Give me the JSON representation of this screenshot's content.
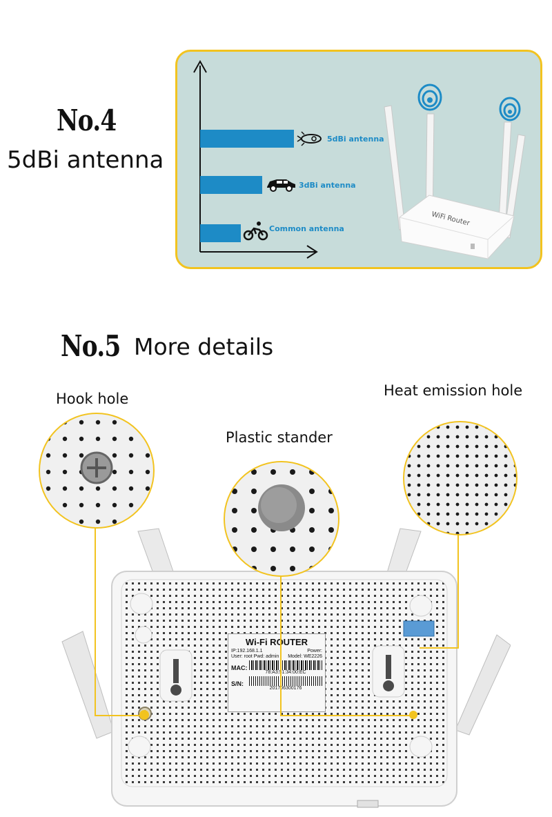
{
  "section4": {
    "number": "No.4",
    "subtitle": "5dBi antenna",
    "chart_bars": [
      {
        "label": "5dBi antenna",
        "icon": "rocket-icon",
        "level": 1.0
      },
      {
        "label": "3dBi antenna",
        "icon": "car-icon",
        "level": 0.66
      },
      {
        "label": "Common antenna",
        "icon": "cyclist-icon",
        "level": 0.43
      }
    ],
    "router_brand": "WiFi Router"
  },
  "section5": {
    "number": "No.5",
    "subtitle": "More details",
    "callouts": {
      "hook": "Hook hole",
      "stander": "Plastic stander",
      "heat": "Heat emission hole"
    },
    "label": {
      "title": "Wi-Fi ROUTER",
      "ip": "IP:192.168.1.1",
      "power": "Power:",
      "user": "User: root Pwd: admin",
      "model": "Model: WE2226",
      "mac_key": "MAC:",
      "mac": "78:A3:51:34:00:EC",
      "sn_key": "S/N:",
      "sn": "201706300176"
    }
  },
  "colors": {
    "accent": "#f2c31f",
    "bar": "#1d8bc6",
    "panel": "#c7dcda"
  }
}
